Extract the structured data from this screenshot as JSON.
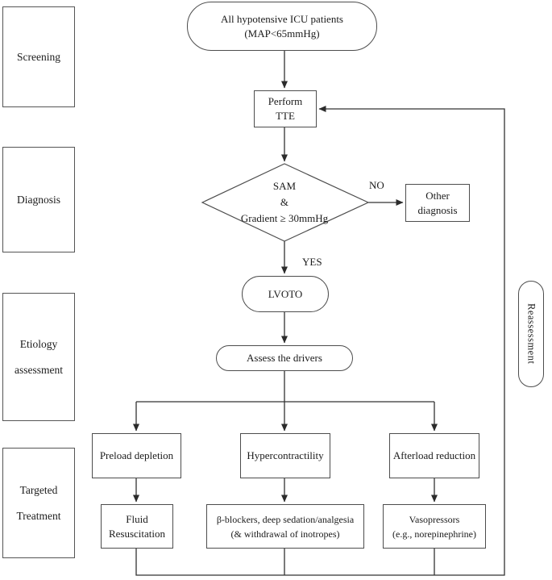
{
  "stages": [
    {
      "label": "Screening"
    },
    {
      "label": "Diagnosis"
    },
    {
      "label": "Etiology\nassessment"
    },
    {
      "label": "Targeted\nTreatment"
    }
  ],
  "nodes": {
    "start": "All hypotensive ICU patients\n(MAP<65mmHg)",
    "perform_tte": "Perform\nTTE",
    "decision": "SAM\n&\nGradient ≥ 30mmHg",
    "no_label": "NO",
    "yes_label": "YES",
    "other_diagnosis": "Other\ndiagnosis",
    "lvoto": "LVOTO",
    "assess": "Assess the drivers",
    "reassessment": "Reassessment"
  },
  "drivers": [
    {
      "name": "Preload depletion",
      "treatment": "Fluid\nResuscitation"
    },
    {
      "name": "Hypercontractility",
      "treatment": "β-blockers,  deep sedation/analgesia\n(& withdrawal of inotropes)"
    },
    {
      "name": "Afterload reduction",
      "treatment": "Vasopressors\n(e.g., norepinephrine)"
    }
  ],
  "colors": {
    "line": "#333333",
    "box_border": "#4d4d4d",
    "text": "#1b1b1b",
    "background": "#ffffff"
  }
}
